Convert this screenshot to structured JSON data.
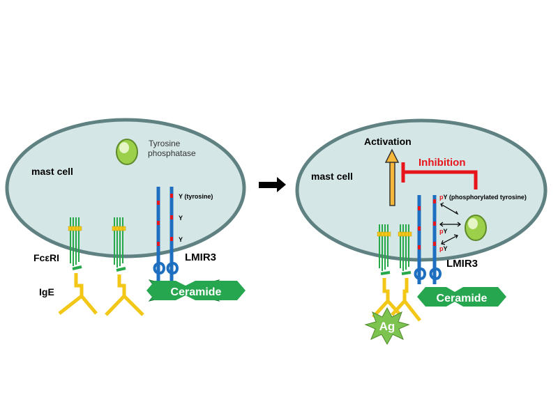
{
  "colors": {
    "cell_fill": "#d5e6e6",
    "cell_stroke": "#5f8181",
    "receptor_green": "#27a94a",
    "ige_yellow": "#f2c718",
    "lmir3_blue": "#1e6fbf",
    "tyrosine_red": "#e8141b",
    "ceramide_green": "#27a650",
    "phosphatase_green": "#9cd04a",
    "inhibition_red": "#e8141b",
    "activation_orange": "#f5b83a"
  },
  "left_panel": {
    "cell_label": "mast cell",
    "phosphatase_label_line1": "Tyrosine",
    "phosphatase_label_line2": "phosphatase",
    "y_label_tyrosine": "Y (tyrosine)",
    "y_label_2": "Y",
    "y_label_3": "Y",
    "fceri_label": "FcεRI",
    "ige_label": "IgE",
    "lmir3_label": "LMIR3",
    "ceramide_label": "Ceramide"
  },
  "right_panel": {
    "cell_label": "mast cell",
    "activation_label": "Activation",
    "inhibition_label": "Inhibition",
    "py_prefix": "p",
    "py_main": "Y (phosphorylated tyrosine)",
    "py_y": "Y",
    "lmir3_label": "LMIR3",
    "ceramide_label": "Ceramide",
    "ag_label": "Ag"
  }
}
